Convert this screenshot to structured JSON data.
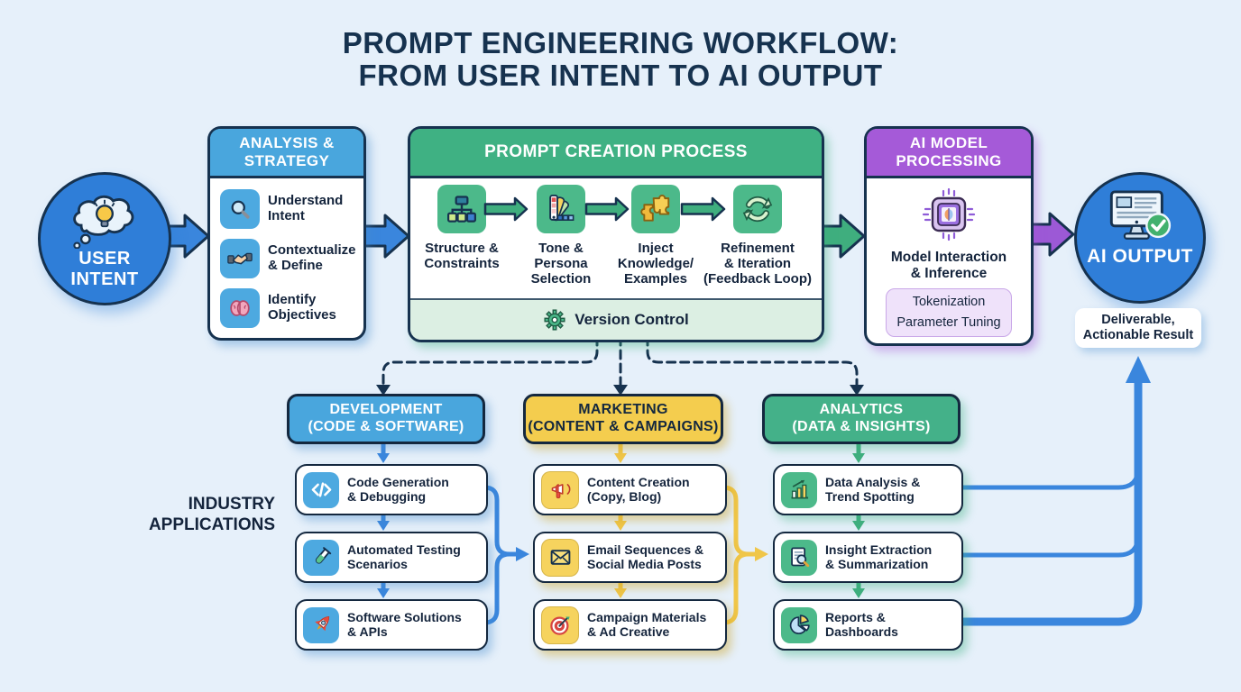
{
  "title": "PROMPT ENGINEERING WORKFLOW:\nFROM USER INTENT TO AI OUTPUT",
  "colors": {
    "bg": "#e6f0fa",
    "navy": "#16324f",
    "ink": "#14243c",
    "blue": "#2f7ed8",
    "blue-header": "#49a6dd",
    "blue-tile": "#4da9e0",
    "green": "#3fb183",
    "green-tile": "#4cb98a",
    "green-strip": "#dcefe3",
    "purple": "#a55ad8",
    "lavender": "#efe2fa",
    "lavender-border": "#c9a7e8",
    "yellow": "#f4cd4e",
    "yellow-tile": "#f6d35e",
    "arrow-blue": "#3a86dd",
    "arrow-green": "#3fae7e",
    "arrow-purple": "#9c59d6",
    "arrow-yellow": "#f0c649"
  },
  "flow": {
    "user_intent": {
      "icon": "idea-cloud-icon",
      "label": "USER\nINTENT"
    },
    "analysis": {
      "title": "ANALYSIS &\nSTRATEGY",
      "items": [
        {
          "icon": "magnifier-icon",
          "label": "Understand\nIntent"
        },
        {
          "icon": "handshake-icon",
          "label": "Contextualize\n& Define"
        },
        {
          "icon": "brain-icon",
          "label": "Identify\nObjectives"
        }
      ]
    },
    "prompt_creation": {
      "title": "PROMPT CREATION PROCESS",
      "steps": [
        {
          "icon": "org-chart-icon",
          "label": "Structure &\nConstraints"
        },
        {
          "icon": "palette-icon",
          "label": "Tone &\nPersona\nSelection"
        },
        {
          "icon": "puzzle-icon",
          "label": "Inject\nKnowledge/\nExamples"
        },
        {
          "icon": "refresh-icon",
          "label": "Refinement\n& Iteration\n(Feedback Loop)"
        }
      ],
      "footer": {
        "icon": "gear-icon",
        "label": "Version Control"
      }
    },
    "ai_processing": {
      "title": "AI MODEL\nPROCESSING",
      "icon": "chip-brain-icon",
      "main_label": "Model Interaction\n& Inference",
      "sub_items": [
        "Tokenization",
        "Parameter Tuning"
      ]
    },
    "ai_output": {
      "icon": "monitor-check-icon",
      "label": "AI OUTPUT",
      "result": "Deliverable,\nActionable Result"
    }
  },
  "industry": {
    "section_label": "INDUSTRY\nAPPLICATIONS",
    "columns": [
      {
        "title": "DEVELOPMENT\n(CODE & SOFTWARE)",
        "items": [
          {
            "icon": "code-icon",
            "label": "Code Generation\n& Debugging"
          },
          {
            "icon": "test-tube-icon",
            "label": "Automated Testing\nScenarios"
          },
          {
            "icon": "rocket-icon",
            "label": "Software Solutions\n& APIs"
          }
        ]
      },
      {
        "title": "MARKETING\n(CONTENT & CAMPAIGNS)",
        "items": [
          {
            "icon": "megaphone-icon",
            "label": "Content Creation\n(Copy, Blog)"
          },
          {
            "icon": "envelope-icon",
            "label": "Email Sequences &\nSocial Media Posts"
          },
          {
            "icon": "target-icon",
            "label": "Campaign Materials\n& Ad Creative"
          }
        ]
      },
      {
        "title": "ANALYTICS\n(DATA & INSIGHTS)",
        "items": [
          {
            "icon": "bar-chart-icon",
            "label": "Data Analysis &\nTrend Spotting"
          },
          {
            "icon": "doc-search-icon",
            "label": "Insight Extraction\n& Summarization"
          },
          {
            "icon": "pie-chart-icon",
            "label": "Reports &\nDashboards"
          }
        ]
      }
    ]
  }
}
